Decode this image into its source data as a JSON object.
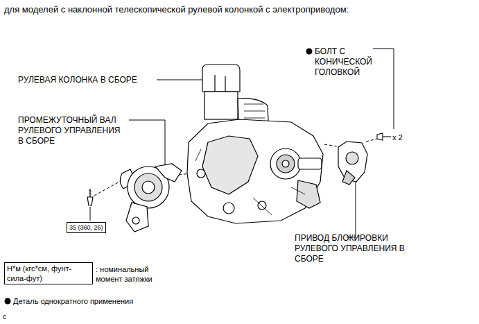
{
  "diagram": {
    "title": "для моделей с наклонной телескопической рулевой колонкой с электроприводом:",
    "nodes": [
      {
        "text": [
          "35 (360, 26)"
        ]
      },
      {
        "text": [
          "Н*м (кгс*см, фунт-сила-фут)"
        ]
      }
    ],
    "labels": [
      "РУЛЕВАЯ КОЛОНКА В СБОРЕ",
      "ПРОМЕЖУТОЧНЫЙ ВАЛ РУЛЕВОГО УПРАВЛЕНИЯ В СБОРЕ",
      "БОЛТ С КОНИЧЕСКОЙ ГОЛОВКОЙ",
      "x 2",
      "ПРИВОД БЛОКИРОВКИ РУЛЕВОГО УПРАВЛЕНИЯ В СБОРЕ",
      "c"
    ],
    "legend": [
      {
        "text": ": номинальный момент затяжки"
      },
      {
        "text": "Деталь однократного применения"
      }
    ]
  }
}
